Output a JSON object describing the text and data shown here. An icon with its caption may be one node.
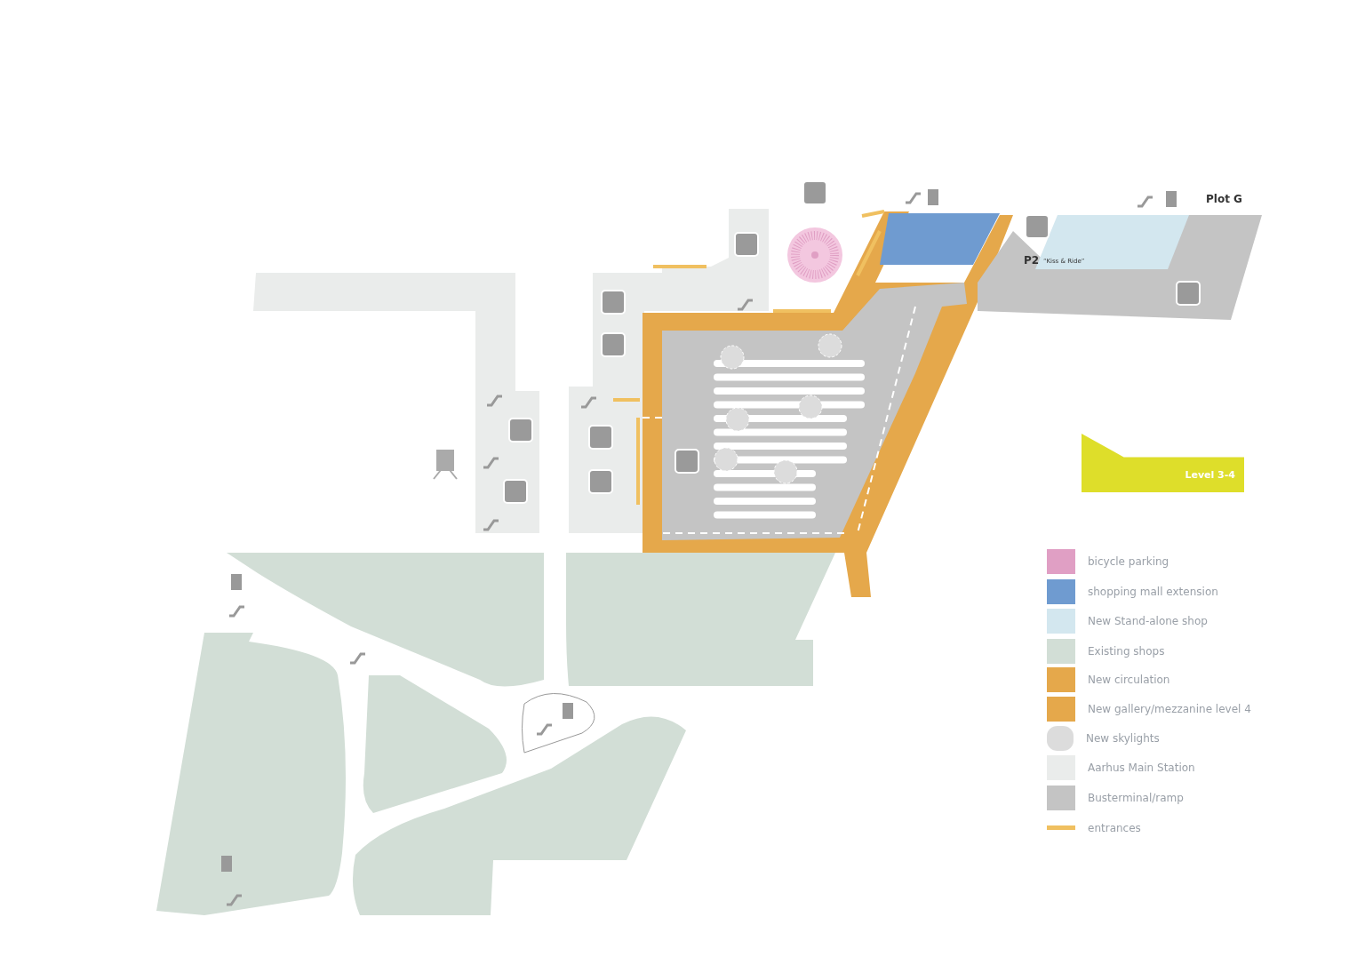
{
  "diagram": {
    "nodes": [
      {
        "text": [
          "Level 3-4"
        ]
      }
    ],
    "labels": [
      "Plot G",
      "P2",
      "“Kiss & Ride”"
    ],
    "legend": [
      {
        "text": "bicycle parking",
        "color": "#e09fc4"
      },
      {
        "text": "shopping mall extension",
        "color": "#6f9bd0"
      },
      {
        "text": "New Stand-alone shop",
        "color": "#d3e7ef"
      },
      {
        "text": "Existing shops",
        "color": "#d2ded6"
      },
      {
        "text": "New circulation",
        "color": "#e5a84b"
      },
      {
        "text": "New gallery/mezzanine level 4",
        "color": "#e5a84b"
      },
      {
        "text": "New skylights"
      },
      {
        "text": "Aarhus Main Station",
        "color": "#eaeceb"
      },
      {
        "text": "Busterminal/ramp",
        "color": "#c4c4c4"
      },
      {
        "text": "entrances"
      }
    ]
  }
}
